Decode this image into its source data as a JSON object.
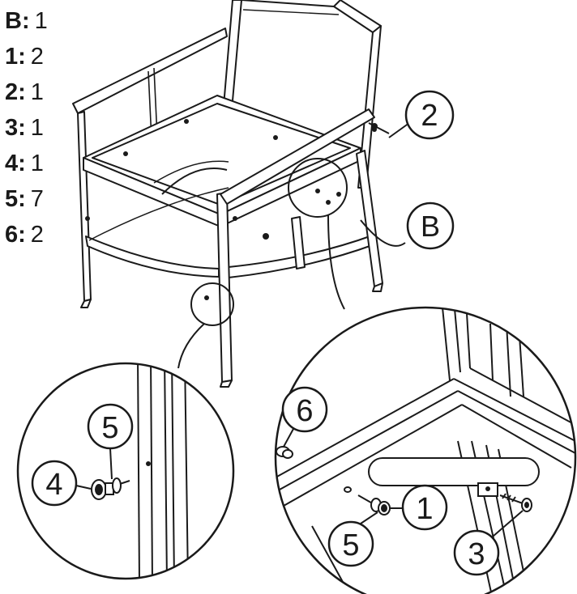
{
  "parts_list": [
    {
      "key": "B:",
      "qty": "1"
    },
    {
      "key": "1:",
      "qty": "2"
    },
    {
      "key": "2:",
      "qty": "1"
    },
    {
      "key": "3:",
      "qty": "1"
    },
    {
      "key": "4:",
      "qty": "1"
    },
    {
      "key": "5:",
      "qty": "7"
    },
    {
      "key": "6:",
      "qty": "2"
    }
  ],
  "callouts": {
    "main_bolt": "2",
    "main_bracket": "B",
    "left_washer": "5",
    "left_knob": "4",
    "right_cap": "6",
    "right_bolt": "1",
    "right_washer": "5",
    "right_screw": "3"
  },
  "colors": {
    "ink": "#1a1a1a",
    "paper": "#ffffff"
  }
}
